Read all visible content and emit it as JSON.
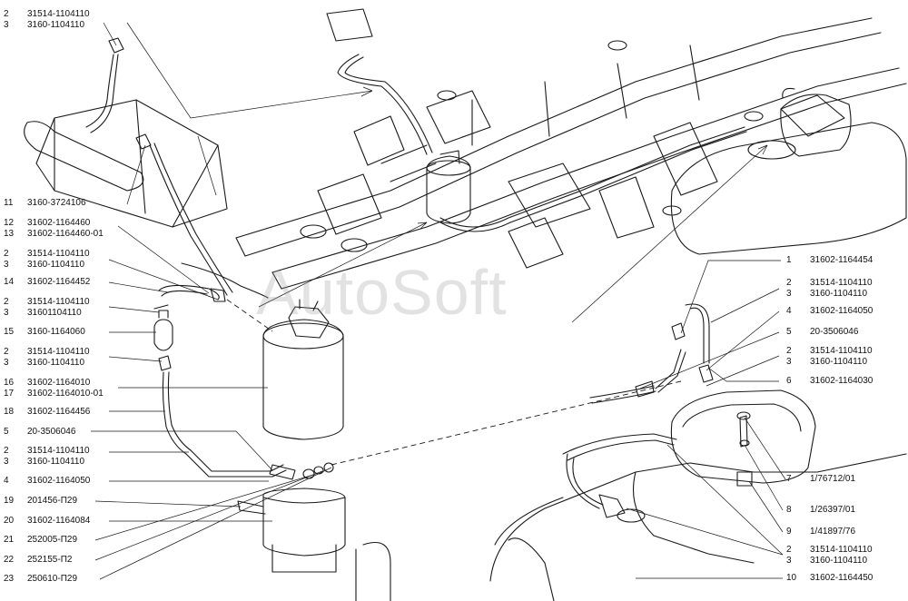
{
  "watermark": "AutoSoft",
  "colors": {
    "line": "#1a1a1a",
    "watermark": "#9a9a9a",
    "background": "#ffffff"
  },
  "callouts_left": [
    {
      "num": "2",
      "part": "31514-1104110"
    },
    {
      "num": "3",
      "part": "3160-1104110"
    },
    {
      "num": "11",
      "part": "3160-3724106"
    },
    {
      "num": "12",
      "part": "31602-1164460"
    },
    {
      "num": "13",
      "part": "31602-1164460-01"
    },
    {
      "num": "2",
      "part": "31514-1104110"
    },
    {
      "num": "3",
      "part": "3160-1104110"
    },
    {
      "num": "14",
      "part": "31602-1164452"
    },
    {
      "num": "2",
      "part": "31514-1104110"
    },
    {
      "num": "3",
      "part": "31601104110"
    },
    {
      "num": "15",
      "part": "3160-1164060"
    },
    {
      "num": "2",
      "part": "31514-1104110"
    },
    {
      "num": "3",
      "part": "3160-1104110"
    },
    {
      "num": "16",
      "part": "31602-1164010"
    },
    {
      "num": "17",
      "part": "31602-1164010-01"
    },
    {
      "num": "18",
      "part": "31602-1164456"
    },
    {
      "num": "5",
      "part": "20-3506046"
    },
    {
      "num": "2",
      "part": "31514-1104110"
    },
    {
      "num": "3",
      "part": "3160-1104110"
    },
    {
      "num": "4",
      "part": "31602-1164050"
    },
    {
      "num": "19",
      "part": "201456-П29"
    },
    {
      "num": "20",
      "part": "31602-1164084"
    },
    {
      "num": "21",
      "part": "252005-П29"
    },
    {
      "num": "22",
      "part": "252155-П2"
    },
    {
      "num": "23",
      "part": "250610-П29"
    }
  ],
  "callouts_right": [
    {
      "num": "1",
      "part": "31602-1164454"
    },
    {
      "num": "2",
      "part": "31514-1104110"
    },
    {
      "num": "3",
      "part": "3160-1104110"
    },
    {
      "num": "4",
      "part": "31602-1164050"
    },
    {
      "num": "5",
      "part": "20-3506046"
    },
    {
      "num": "2",
      "part": "31514-1104110"
    },
    {
      "num": "3",
      "part": "3160-1104110"
    },
    {
      "num": "6",
      "part": "31602-1164030"
    },
    {
      "num": "7",
      "part": "1/76712/01"
    },
    {
      "num": "8",
      "part": "1/26397/01"
    },
    {
      "num": "9",
      "part": "1/41897/76"
    },
    {
      "num": "2",
      "part": "31514-1104110"
    },
    {
      "num": "3",
      "part": "3160-1104110"
    },
    {
      "num": "10",
      "part": "31602-1164450"
    }
  ]
}
